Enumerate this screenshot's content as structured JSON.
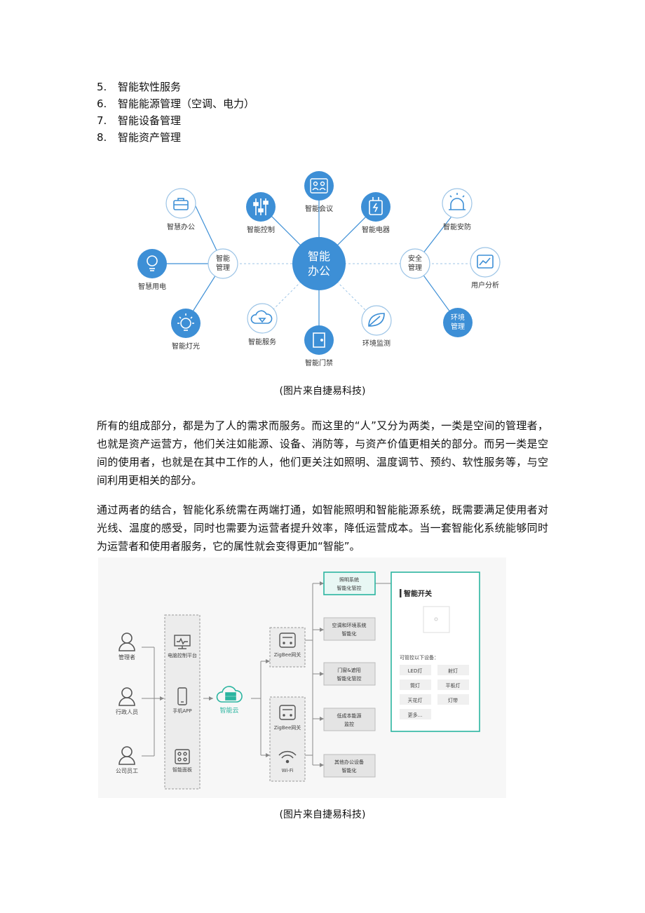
{
  "list": [
    {
      "num": "5.",
      "text": "智能软性服务"
    },
    {
      "num": "6.",
      "text": "智能能源管理（空调、电力）"
    },
    {
      "num": "7.",
      "text": "智能设备管理"
    },
    {
      "num": "8.",
      "text": "智能资产管理"
    }
  ],
  "diagram1": {
    "center_line1": "智能",
    "center_line2": "办公",
    "left_hub_line1": "智能",
    "left_hub_line2": "管理",
    "right_hub_line1": "安全",
    "right_hub_line2": "管理",
    "env_hub_line1": "环境",
    "env_hub_line2": "管理",
    "nodes": {
      "smart_office": "智慧办公",
      "smart_power": "智慧用电",
      "smart_light": "智能灯光",
      "smart_control": "智能控制",
      "smart_meeting": "智能会议",
      "smart_appliance": "智能电器",
      "smart_security": "智能安防",
      "user_analysis": "用户分析",
      "smart_service": "智能服务",
      "smart_door": "智能门禁",
      "env_monitor": "环境监测"
    },
    "colors": {
      "primary": "#3d8fd6",
      "light_stroke": "#9cc4e6"
    }
  },
  "caption1": "(图片来自捷易科技)",
  "paragraph1": "所有的组成部分，都是为了人的需求而服务。而这里的“人”又分为两类，一类是空间的管理者，也就是资产运营方，他们关注如能源、设备、消防等，与资产价值更相关的部分。而另一类是空间的使用者，也就是在其中工作的人，他们更关注如照明、温度调节、预约、软性服务等，与空间利用更相关的部分。",
  "paragraph2": "通过两者的结合，智能化系统需在两端打通，如智能照明和智能能源系统，既需要满足使用者对光线、温度的感受，同时也需要为运营者提升效率，降低运营成本。当一套智能化系统能够同时为运营者和使用者服务，它的属性就会变得更加“智能”。",
  "diagram2": {
    "users": [
      "管理者",
      "行政人员",
      "公司员工"
    ],
    "platforms": [
      "电脑控制平台",
      "手机APP",
      "智能面板"
    ],
    "cloud": "智能云",
    "gateways": [
      "ZigBee网关",
      "ZigBee网关",
      "Wi-Fi"
    ],
    "systems": [
      {
        "line1": "照明系统",
        "line2": "智能化管控"
      },
      {
        "line1": "空调和环境系统",
        "line2": "智能化"
      },
      {
        "line1": "门窗&遮阳",
        "line2": "智能化管控"
      },
      {
        "line1": "低成本能源",
        "line2": "监控"
      },
      {
        "line1": "其他办公设备",
        "line2": "智能化"
      }
    ],
    "switch_panel": {
      "title": "智能开关",
      "subtitle": "可管控以下设备：",
      "devices": [
        "LED灯",
        "射灯",
        "筒灯",
        "平板灯",
        "天花灯",
        "灯带",
        "更多..."
      ]
    },
    "colors": {
      "accent": "#2bb5a0"
    }
  },
  "caption2": "(图片来自捷易科技)"
}
